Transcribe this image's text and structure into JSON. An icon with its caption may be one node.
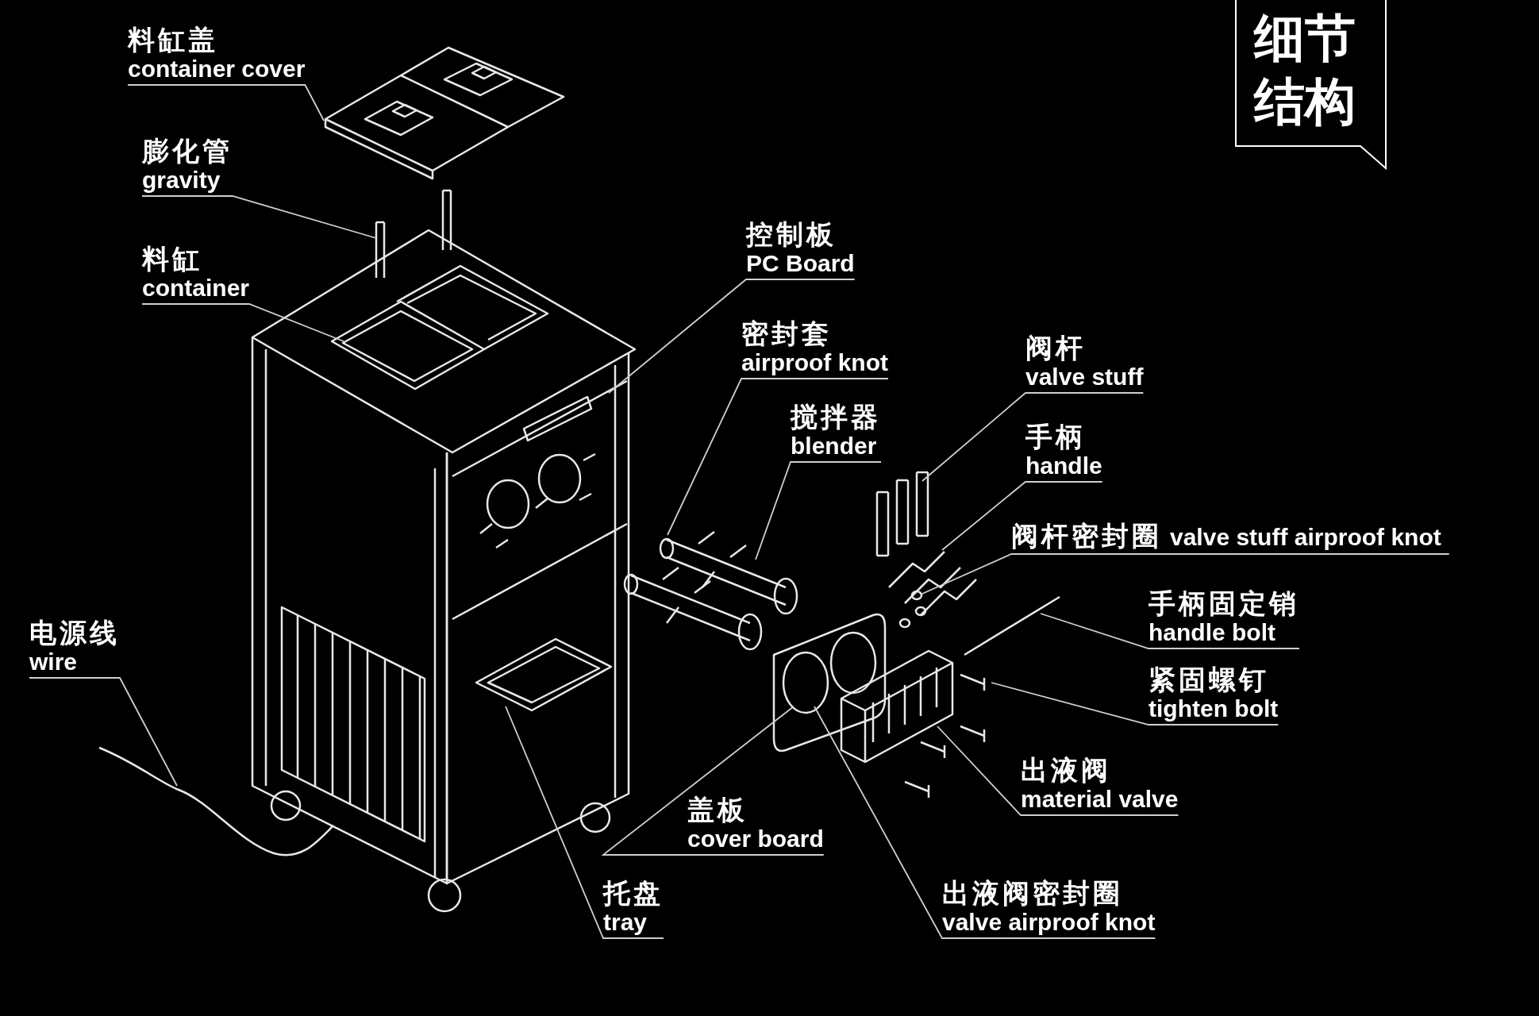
{
  "diagram": {
    "nodes": [
      {
        "text": [
          "细节结构"
        ]
      },
      {
        "text": [
          "料缸盖",
          "container cover"
        ]
      },
      {
        "text": [
          "膨化管",
          "gravity"
        ]
      },
      {
        "text": [
          "料缸",
          "container"
        ]
      },
      {
        "text": [
          "控制板",
          "PC Board"
        ]
      },
      {
        "text": [
          "密封套",
          "airproof knot"
        ]
      },
      {
        "text": [
          "搅拌器",
          "blender"
        ]
      },
      {
        "text": [
          "阀杆",
          "valve stuff"
        ]
      },
      {
        "text": [
          "手柄",
          "handle"
        ]
      },
      {
        "text": [
          "阀杆密封圈",
          "valve stuff airproof knot"
        ]
      },
      {
        "text": [
          "手柄固定销",
          "handle bolt"
        ]
      },
      {
        "text": [
          "紧固螺钉",
          "tighten bolt"
        ]
      },
      {
        "text": [
          "出液阀",
          "material valve"
        ]
      },
      {
        "text": [
          "出液阀密封圈",
          "valve airproof knot"
        ]
      },
      {
        "text": [
          "盖板",
          "cover board"
        ]
      },
      {
        "text": [
          "托盘",
          "tray"
        ]
      },
      {
        "text": [
          "电源线",
          "wire"
        ]
      }
    ],
    "edges": [
      {
        "from": 1,
        "to": null,
        "arrow": "none"
      },
      {
        "from": 2,
        "to": null,
        "arrow": "none"
      },
      {
        "from": 3,
        "to": null,
        "arrow": "none"
      },
      {
        "from": 4,
        "to": null,
        "arrow": "none"
      },
      {
        "from": 5,
        "to": null,
        "arrow": "none"
      },
      {
        "from": 6,
        "to": null,
        "arrow": "none"
      },
      {
        "from": 7,
        "to": null,
        "arrow": "none"
      },
      {
        "from": 8,
        "to": null,
        "arrow": "none"
      },
      {
        "from": 9,
        "to": null,
        "arrow": "none"
      },
      {
        "from": 10,
        "to": null,
        "arrow": "none"
      },
      {
        "from": 11,
        "to": null,
        "arrow": "none"
      },
      {
        "from": 12,
        "to": null,
        "arrow": "none"
      },
      {
        "from": 13,
        "to": null,
        "arrow": "none"
      },
      {
        "from": 14,
        "to": null,
        "arrow": "none"
      },
      {
        "from": 15,
        "to": null,
        "arrow": "none"
      },
      {
        "from": 16,
        "to": null,
        "arrow": "none"
      }
    ]
  }
}
